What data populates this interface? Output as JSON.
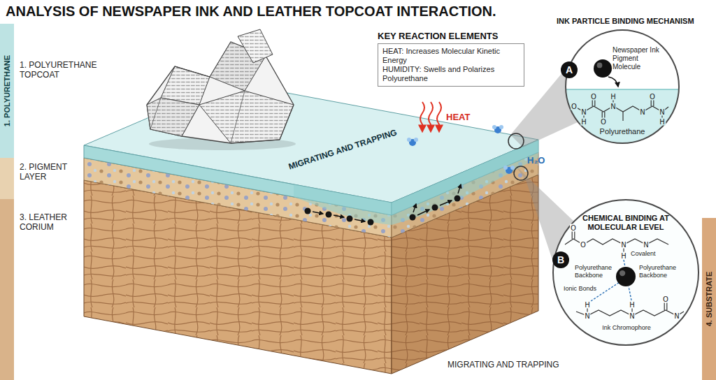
{
  "diagram": {
    "title": "ANALYSIS OF NEWSPAPER INK AND LEATHER TOPCOAT INTERACTION.",
    "nodes": [
      {
        "text": [
          "1. POLYURETHANE"
        ]
      },
      {
        "text": [
          "KEY REACTION ELEMENTS",
          "HEAT: Increases Molecular Kinetic Energy",
          "HUMIDITY: Swells and Polarizes Polyurethane"
        ]
      },
      {
        "text": [
          "INK PARTICLE BINDING MECHANISM",
          "Newspaper Ink Pigment Molecule",
          "Polyurethane"
        ]
      },
      {
        "text": [
          "A"
        ],
        "in": 2
      },
      {
        "text": [
          "CHEMICAL BINDING AT MOLECULAR LEVEL",
          "Covalent",
          "Polyurethane Backbone",
          "Ionic Bonds",
          "Polyurethane Backbone",
          "Ink Chromophore"
        ]
      },
      {
        "text": [
          "B"
        ],
        "in": 4
      },
      {
        "text": [
          "4. SUBSTRATE"
        ]
      }
    ],
    "labels": [
      "1. POLYURETHANE TOPCOAT",
      "2. PIGMENT LAYER",
      "3. LEATHER CORIUM",
      "MIGRATING AND TRAPPING",
      "HEAT",
      "H₂O",
      "MIGRATING AND TRAPPING",
      "O",
      "N",
      "H",
      "O",
      "O",
      "N",
      "H",
      "N",
      "O",
      "N",
      "H",
      "O",
      "O",
      "N",
      "H",
      "N",
      "N",
      "H",
      "N",
      "H",
      "O",
      "N"
    ]
  }
}
